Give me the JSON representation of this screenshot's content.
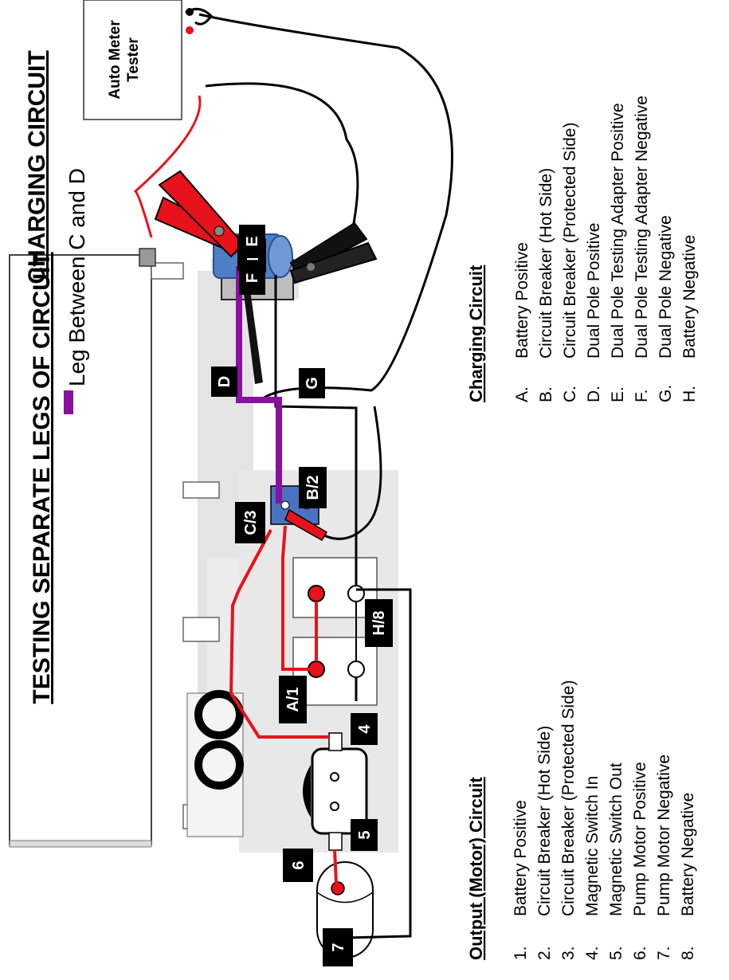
{
  "titles": {
    "main": "TESTING SEPARATE LEGS OF CIRCUIT",
    "legend": "Leg Between C and D",
    "charging": "CHARGING CIRCUIT"
  },
  "meter": {
    "line1": "Auto Meter",
    "line2": "Tester"
  },
  "labels": {
    "E": "E",
    "F": "F",
    "D": "D",
    "G": "G",
    "B2": "B/2",
    "C3": "C/3",
    "H8": "H/8",
    "A1": "A/1",
    "n4": "4",
    "n5": "5",
    "n6": "6",
    "n7": "7"
  },
  "output_circuit": {
    "heading": "Output (Motor) Circuit",
    "items": [
      {
        "marker": "1.",
        "text": "Battery Positive"
      },
      {
        "marker": "2.",
        "text": "Circuit Breaker (Hot Side)"
      },
      {
        "marker": "3.",
        "text": "Circuit Breaker (Protected Side)"
      },
      {
        "marker": "4.",
        "text": "Magnetic Switch In"
      },
      {
        "marker": "5.",
        "text": "Magnetic Switch Out"
      },
      {
        "marker": "6.",
        "text": "Pump Motor Positive"
      },
      {
        "marker": "7.",
        "text": "Pump Motor Negative"
      },
      {
        "marker": "8.",
        "text": "Battery Negative"
      }
    ]
  },
  "charging_circuit": {
    "heading": "Charging Circuit",
    "items": [
      {
        "marker": "A.",
        "text": "Battery Positive"
      },
      {
        "marker": "B.",
        "text": "Circuit Breaker (Hot Side)"
      },
      {
        "marker": "C.",
        "text": "Circuit Breaker (Protected Side)"
      },
      {
        "marker": "D.",
        "text": "Dual Pole Positive"
      },
      {
        "marker": "E.",
        "text": "Dual Pole Testing Adapter Positive"
      },
      {
        "marker": "F.",
        "text": "Dual Pole Testing Adapter Negative"
      },
      {
        "marker": "G.",
        "text": "Dual Pole Negative"
      },
      {
        "marker": "H.",
        "text": "Battery Negative"
      }
    ]
  },
  "colors": {
    "positive_wire": "#e8121a",
    "negative_wire": "#000000",
    "leg_highlight": "#8b0fa0",
    "adapter": "#4f7fc4",
    "breaker": "#4a72c0"
  }
}
